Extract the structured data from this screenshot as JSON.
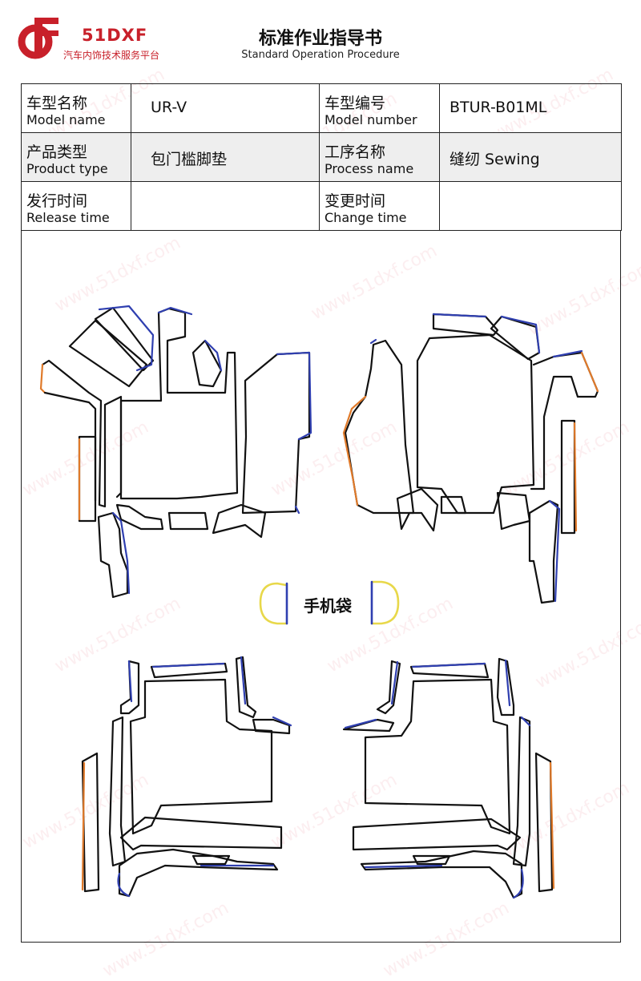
{
  "logo": {
    "brand": "51DXF",
    "tagline": "汽车内饰技术服务平台",
    "color": "#c8202a"
  },
  "header": {
    "title": "标准作业指导书",
    "subtitle": "Standard Operation Procedure"
  },
  "info": {
    "model_name": {
      "cn": "车型名称",
      "en": "Model name",
      "value": "UR-V"
    },
    "model_number": {
      "cn": "车型编号",
      "en": "Model number",
      "value": "BTUR-B01ML"
    },
    "product_type": {
      "cn": "产品类型",
      "en": "Product type",
      "value": "包门槛脚垫"
    },
    "process_name": {
      "cn": "工序名称",
      "en": "Process name",
      "value": "缝纫 Sewing"
    },
    "release_time": {
      "cn": "发行时间",
      "en": "Release time",
      "value": ""
    },
    "change_time": {
      "cn": "变更时间",
      "en": "Change time",
      "value": ""
    }
  },
  "drawing": {
    "pocket_label": "手机袋",
    "colors": {
      "outline": "#111111",
      "edge_blue": "#2f3fb0",
      "edge_orange": "#e07a2a",
      "edge_yellow": "#e8d84a"
    }
  },
  "watermark": {
    "text": "www.51dxf.com"
  }
}
